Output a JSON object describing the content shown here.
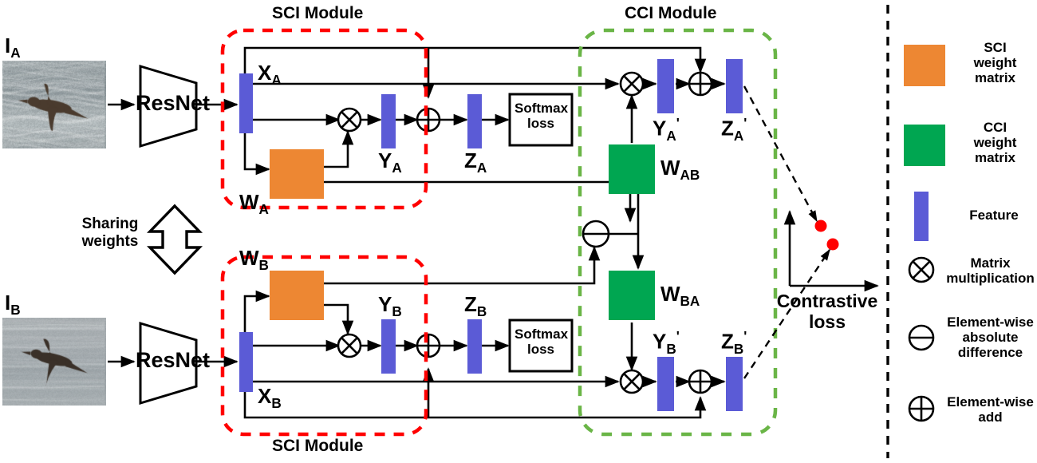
{
  "diagram": {
    "title_modules": {
      "sci_top": "SCI Module",
      "cci": "CCI Module",
      "sci_bottom": "SCI Module"
    },
    "branch_a": {
      "input_label": "I",
      "input_sub": "A",
      "backbone": "ResNet",
      "feature_x": "X",
      "feature_x_sub": "A",
      "weight_w": "W",
      "weight_w_sub": "A",
      "feature_y": "Y",
      "feature_y_sub": "A",
      "feature_z": "Z",
      "feature_z_sub": "A",
      "loss_box": "Softmax loss",
      "cci_feature_y": "Y",
      "cci_feature_y_sub": "A",
      "cci_feature_y_prime": "'",
      "cci_feature_z": "Z",
      "cci_feature_z_sub": "A",
      "cci_feature_z_prime": "'"
    },
    "branch_b": {
      "input_label": "I",
      "input_sub": "B",
      "backbone": "ResNet",
      "feature_x": "X",
      "feature_x_sub": "B",
      "weight_w": "W",
      "weight_w_sub": "B",
      "feature_y": "Y",
      "feature_y_sub": "B",
      "feature_z": "Z",
      "feature_z_sub": "B",
      "loss_box": "Softmax loss",
      "cci_feature_y": "Y",
      "cci_feature_y_sub": "B",
      "cci_feature_y_prime": "'",
      "cci_feature_z": "Z",
      "cci_feature_z_sub": "B",
      "cci_feature_z_prime": "'"
    },
    "cci": {
      "weight_ab": "W",
      "weight_ab_sub": "AB",
      "weight_ba": "W",
      "weight_ba_sub": "BA"
    },
    "sharing_weights": "Sharing\nweights",
    "sharing_weights_line1": "Sharing",
    "sharing_weights_line2": "weights",
    "contrastive_loss_line1": "Contrastive",
    "contrastive_loss_line2": "loss"
  },
  "legend": {
    "items": [
      {
        "name": "sci-weight-matrix",
        "swatch": "square",
        "color": "#ED8733",
        "label": "SCI\nweight\nmatrix",
        "l1": "SCI",
        "l2": "weight",
        "l3": "matrix"
      },
      {
        "name": "cci-weight-matrix",
        "swatch": "square",
        "color": "#00A651",
        "label": "CCI\nweight\nmatrix",
        "l1": "CCI",
        "l2": "weight",
        "l3": "matrix"
      },
      {
        "name": "feature",
        "swatch": "bar",
        "color": "#5B5BD6",
        "label": "Feature",
        "l1": "Feature",
        "l2": "",
        "l3": ""
      },
      {
        "name": "matrix-multiplication",
        "swatch": "otimes",
        "color": "#000000",
        "label": "Matrix\nmultiplication",
        "l1": "Matrix",
        "l2": "multiplication",
        "l3": ""
      },
      {
        "name": "element-wise-absolute-difference",
        "swatch": "ominus",
        "color": "#000000",
        "label": "Element-wise\nabsolute\ndifference",
        "l1": "Element-wise",
        "l2": "absolute",
        "l3": "difference"
      },
      {
        "name": "element-wise-add",
        "swatch": "oplus",
        "color": "#000000",
        "label": "Element-wise\nadd",
        "l1": "Element-wise",
        "l2": "add",
        "l3": ""
      }
    ]
  },
  "colors": {
    "sci_weight": "#ED8733",
    "cci_weight": "#00A651",
    "feature": "#5B5BD6",
    "sci_boundary": "#FF0000",
    "cci_boundary": "#6AB547",
    "point": "#FF0000",
    "stroke": "#000000"
  }
}
